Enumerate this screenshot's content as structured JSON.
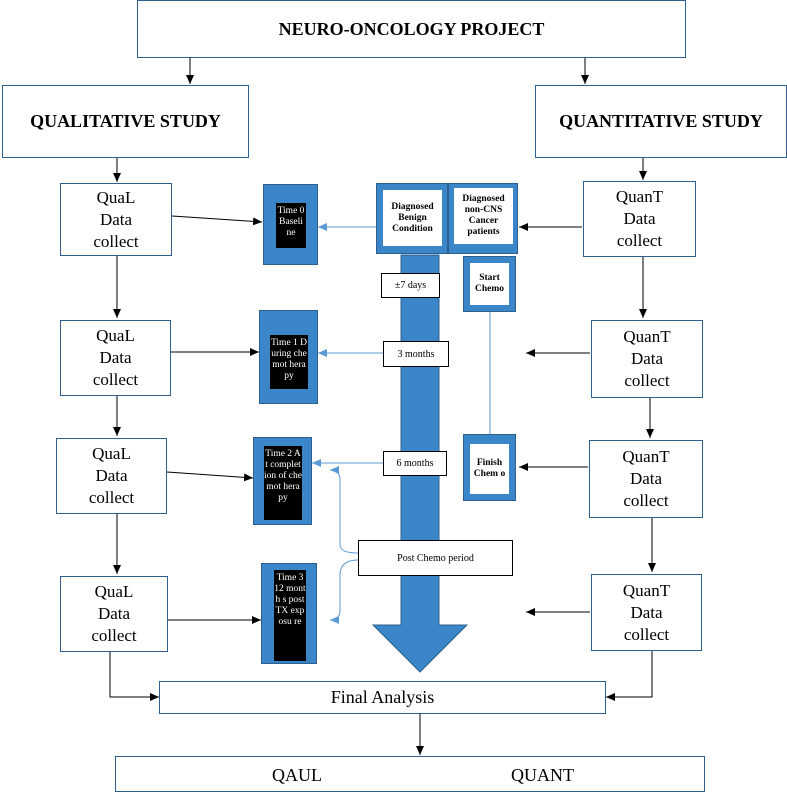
{
  "title": "NEURO-ONCOLOGY PROJECT",
  "qualitative": "QUALITATIVE STUDY",
  "quantitative": "QUANTITATIVE STUDY",
  "qual": {
    "line1": "QuaL",
    "line2": "Data",
    "line3": "collect"
  },
  "quant": {
    "line1": "QuanT",
    "line2": "Data",
    "line3": "collect"
  },
  "times": {
    "t0": "Time 0 Baseli ne",
    "t1": "Time 1 During chemot herapy",
    "t2": "Time 2 At complet ion of chemot herapy",
    "t3": "Time 3 12 month s post TX exposu re"
  },
  "benign": "Diagnosed Benign Condition",
  "noncns": "Diagnosed non-CNS Cancer patients",
  "start_chemo": "Start Chemo",
  "finish_chemo": "Finish Chem o",
  "intervals": {
    "days": "±7 days",
    "m3": "3 months",
    "m6": "6 months"
  },
  "post_chemo": "Post Chemo period",
  "final": "Final Analysis",
  "bottom": {
    "left": "QAUL",
    "right": "QUANT"
  },
  "colors": {
    "arrow_blue": "#3a86c8",
    "border": "#2f5f8f",
    "connector": "#5a9bd5"
  }
}
